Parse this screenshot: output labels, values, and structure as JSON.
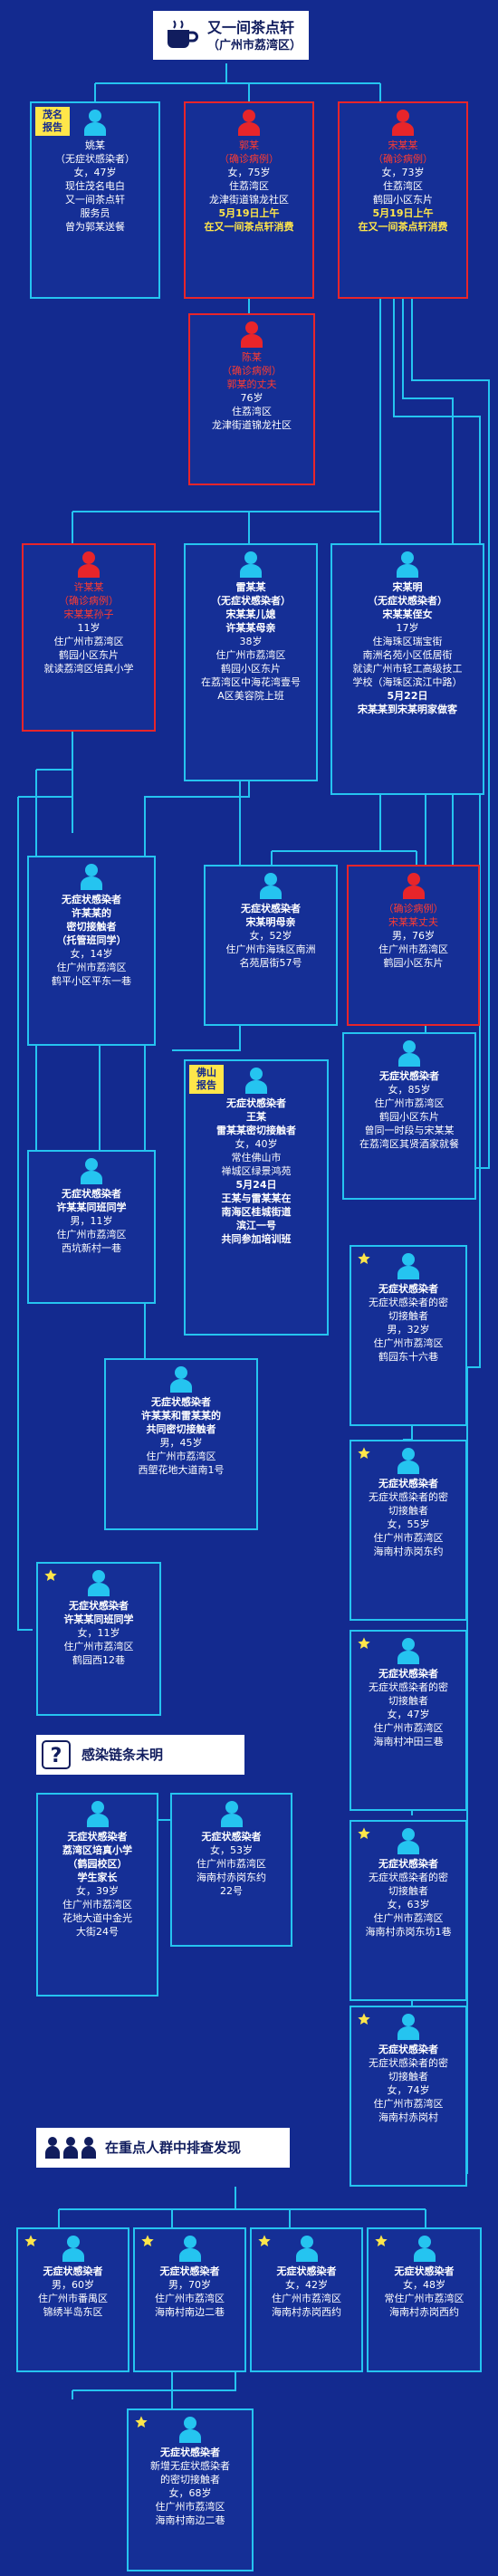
{
  "header": {
    "title": "又一间茶点轩",
    "subtitle": "（广州市荔湾区）"
  },
  "nodes": {
    "yao": {
      "tag": [
        "茂名",
        "报告"
      ],
      "lines": [
        "姚某",
        "（无症状感染者）",
        "女，47岁",
        "现住茂名电白",
        "又一间茶点轩",
        "服务员",
        "曾为郭某送餐"
      ]
    },
    "guo": {
      "lines": [
        "郭某",
        "（确诊病例）",
        "女，75岁",
        "住荔湾区",
        "龙津街道锦龙社区",
        "5月19日上午",
        "在又一间茶点轩消费"
      ]
    },
    "song": {
      "lines": [
        "宋某某",
        "（确诊病例）",
        "女，73岁",
        "住荔湾区",
        "鹤园小区东片",
        "5月19日上午",
        "在又一间茶点轩消费"
      ]
    },
    "chen": {
      "lines": [
        "陈某",
        "（确诊病例）",
        "郭某的丈夫",
        "76岁",
        "住荔湾区",
        "龙津街道锦龙社区"
      ]
    },
    "xu": {
      "lines": [
        "许某某",
        "（确诊病例）",
        "宋某某孙子",
        "11岁",
        "住广州市荔湾区",
        "鹤园小区东片",
        "就读荔湾区培真小学"
      ]
    },
    "lei": {
      "lines": [
        "雷某某",
        "（无症状感染者）",
        "宋某某儿媳",
        "许某某母亲",
        "38岁",
        "住广州市荔湾区",
        "鹤园小区东片",
        "在荔湾区中海花湾壹号",
        "A区美容院上班"
      ]
    },
    "songming": {
      "lines": [
        "宋某明",
        "（无症状感染者）",
        "宋某某侄女",
        "17岁",
        "住海珠区瑞宝街",
        "南洲名苑小区低居街",
        "就读广州市轻工高级技工",
        "学校（海珠区滨江中路）",
        "5月22日",
        "宋某某到宋某明家做客"
      ]
    },
    "xu_contact": {
      "lines": [
        "无症状感染者",
        "许某某的",
        "密切接触者",
        "（托管班同学）",
        "女，14岁",
        "住广州市荔湾区",
        "鹤平小区平东一巷"
      ]
    },
    "sm_mother": {
      "lines": [
        "无症状感染者",
        "宋某明母亲",
        "女，52岁",
        "住广州市海珠区南洲",
        "名苑居街57号"
      ]
    },
    "song_husband": {
      "lines": [
        "（确诊病例）",
        "宋某某丈夫",
        "男，76岁",
        "住广州市荔湾区",
        "鹤园小区东片"
      ]
    },
    "wang": {
      "tag": [
        "佛山",
        "报告"
      ],
      "lines": [
        "无症状感染者",
        "王某",
        "雷某某密切接触者",
        "女，40岁",
        "常住佛山市",
        "禅城区绿景鸿苑",
        "5月24日",
        "王某与雷某某在",
        "南海区桂城街道",
        "滨江一号",
        "共同参加培训班"
      ]
    },
    "f85": {
      "lines": [
        "无症状感染者",
        "女，85岁",
        "住广州市荔湾区",
        "鹤园小区东片",
        "曾同一时段与宋某某",
        "在荔湾区其贤酒家就餐"
      ]
    },
    "classmate": {
      "lines": [
        "无症状感染者",
        "许某某同班同学",
        "男，11岁",
        "住广州市荔湾区",
        "西坑新村一巷"
      ]
    },
    "m32": {
      "lines": [
        "无症状感染者",
        "无症状感染者的密",
        "切接触者",
        "男，32岁",
        "住广州市荔湾区",
        "鹤园东十六巷"
      ]
    },
    "m45": {
      "lines": [
        "无症状感染者",
        "许某某和雷某某的",
        "共同密切接触者",
        "男，45岁",
        "住广州市荔湾区",
        "西塱花地大道南1号"
      ]
    },
    "f55": {
      "lines": [
        "无症状感染者",
        "无症状感染者的密",
        "切接触者",
        "女，55岁",
        "住广州市荔湾区",
        "海南村赤岗东约"
      ]
    },
    "classmate2": {
      "lines": [
        "无症状感染者",
        "许某某同班同学",
        "女，11岁",
        "住广州市荔湾区",
        "鹤园西12巷"
      ]
    },
    "f47": {
      "lines": [
        "无症状感染者",
        "无症状感染者的密",
        "切接触者",
        "女，47岁",
        "住广州市荔湾区",
        "海南村冲田三巷"
      ]
    },
    "teacher": {
      "lines": [
        "无症状感染者",
        "荔湾区培真小学",
        "（鹤园校区）",
        "学生家长",
        "女，39岁",
        "住广州市荔湾区",
        "花地大道中金光",
        "大街24号"
      ]
    },
    "f53": {
      "lines": [
        "无症状感染者",
        "女，53岁",
        "住广州市荔湾区",
        "海南村赤岗东约",
        "22号"
      ]
    },
    "m63": {
      "lines": [
        "无症状感染者",
        "无症状感染者的密",
        "切接触者",
        "女，63岁",
        "住广州市荔湾区",
        "海南村赤岗东坊1巷"
      ]
    },
    "f74": {
      "lines": [
        "无症状感染者",
        "无症状感染者的密",
        "切接触者",
        "女，74岁",
        "住广州市荔湾区",
        "海南村赤岗村"
      ]
    },
    "s1": {
      "lines": [
        "无症状感染者",
        "男，60岁",
        "住广州市番禺区",
        "锦绣半岛东区"
      ]
    },
    "s2": {
      "lines": [
        "无症状感染者",
        "男，70岁",
        "住广州市荔湾区",
        "海南村南边二巷"
      ]
    },
    "s3": {
      "lines": [
        "无症状感染者",
        "女，42岁",
        "住广州市荔湾区",
        "海南村赤岗西约"
      ]
    },
    "s4": {
      "lines": [
        "无症状感染者",
        "女，48岁",
        "常住广州市荔湾区",
        "海南村赤岗西约"
      ]
    },
    "s5": {
      "lines": [
        "无症状感染者",
        "新增无症状感染者",
        "的密切接触者",
        "女，68岁",
        "住广州市荔湾区",
        "海南村南边二巷"
      ]
    }
  },
  "sections": {
    "unknown_chain": {
      "label": "感染链条未明",
      "icon": "?"
    },
    "screening": {
      "label": "在重点人群中排查发现"
    }
  },
  "colors": {
    "background": "#132a8f",
    "line": "#25c4f0",
    "red": "#e8252a",
    "yellow": "#ffe64a"
  }
}
